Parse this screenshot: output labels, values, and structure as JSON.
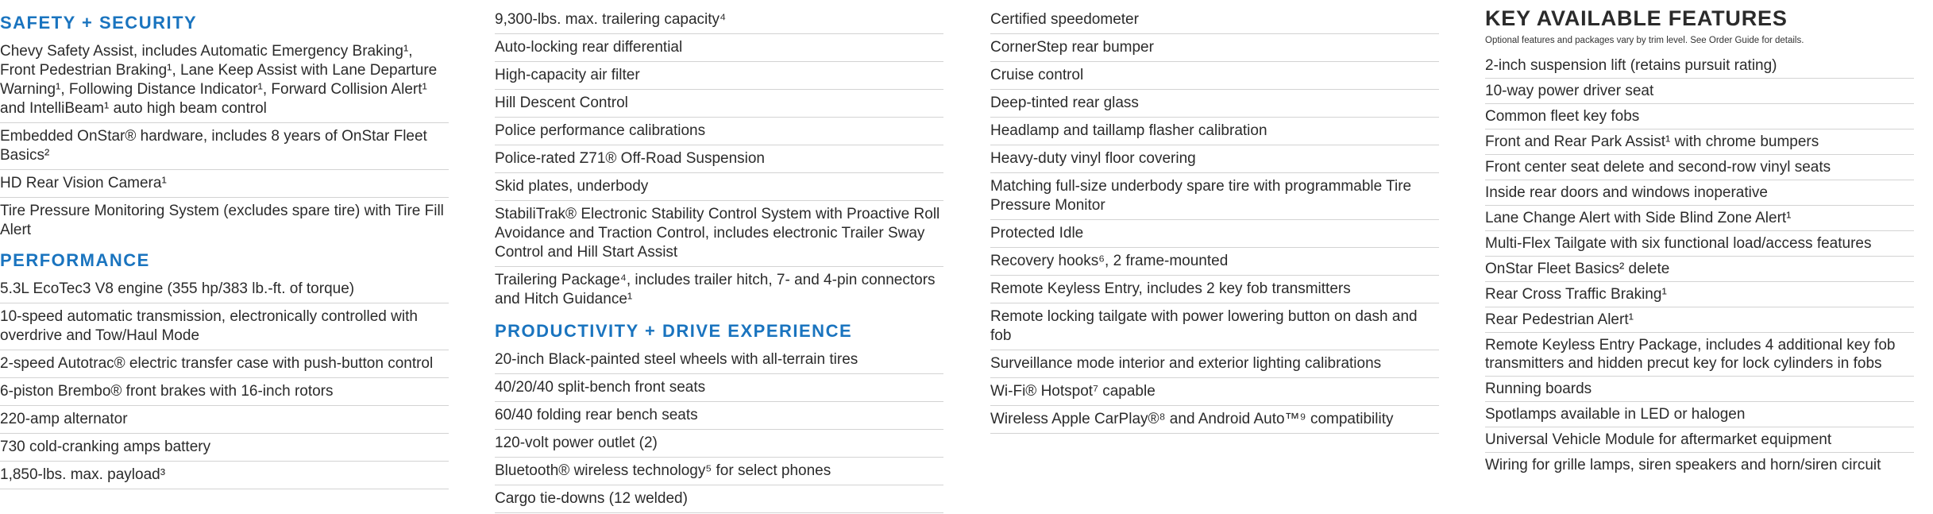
{
  "col1": {
    "safety_heading": "SAFETY + SECURITY",
    "safety_items": [
      "Chevy Safety Assist, includes Automatic Emergency Braking¹, Front Pedestrian Braking¹, Lane Keep Assist with Lane Departure Warning¹, Following Distance Indicator¹, Forward Collision Alert¹ and IntelliBeam¹ auto high beam control",
      "Embedded OnStar® hardware, includes 8 years of OnStar Fleet Basics²",
      "HD Rear Vision Camera¹",
      "Tire Pressure Monitoring System (excludes spare tire) with Tire Fill Alert"
    ],
    "performance_heading": "PERFORMANCE",
    "performance_items": [
      "5.3L EcoTec3 V8 engine (355 hp/383 lb.-ft. of torque)",
      "10-speed automatic transmission, electronically controlled with overdrive and Tow/Haul Mode",
      "2-speed Autotrac® electric transfer case with push-button control",
      "6-piston Brembo® front brakes with 16-inch rotors",
      "220-amp alternator",
      "730 cold-cranking amps battery",
      "1,850-lbs. max. payload³"
    ]
  },
  "col2": {
    "items": [
      "9,300-lbs. max. trailering capacity⁴",
      "Auto-locking rear differential",
      "High-capacity air filter",
      "Hill Descent Control",
      "Police performance calibrations",
      "Police-rated Z71® Off-Road Suspension",
      "Skid plates, underbody",
      "StabiliTrak® Electronic Stability Control System with Proactive Roll Avoidance and Traction Control, includes electronic Trailer Sway Control and Hill Start Assist",
      "Trailering Package⁴, includes trailer hitch, 7- and 4-pin connectors and Hitch Guidance¹"
    ],
    "productivity_heading": "PRODUCTIVITY + DRIVE EXPERIENCE",
    "productivity_items": [
      "20-inch Black-painted steel wheels with all-terrain tires",
      "40/20/40 split-bench front seats",
      "60/40 folding rear bench seats",
      "120-volt power outlet (2)",
      "Bluetooth® wireless technology⁵ for select phones",
      "Cargo tie-downs (12 welded)"
    ]
  },
  "col3": {
    "items": [
      "Certified speedometer",
      "CornerStep rear bumper",
      "Cruise control",
      "Deep-tinted rear glass",
      "Headlamp and taillamp flasher calibration",
      "Heavy-duty vinyl floor covering",
      "Matching full-size underbody spare tire with programmable Tire Pressure Monitor",
      "Protected Idle",
      "Recovery hooks⁶, 2 frame-mounted",
      "Remote Keyless Entry, includes 2 key fob transmitters",
      "Remote locking tailgate with power lowering button on dash and fob",
      "Surveillance mode interior and exterior lighting calibrations",
      "Wi-Fi® Hotspot⁷ capable",
      "Wireless Apple CarPlay®⁸ and Android Auto™⁹ compatibility"
    ]
  },
  "col4": {
    "heading": "KEY AVAILABLE FEATURES",
    "note": "Optional features and packages vary by trim level. See Order Guide for details.",
    "items": [
      "2-inch suspension lift (retains pursuit rating)",
      "10-way power driver seat",
      "Common fleet key fobs",
      "Front and Rear Park Assist¹ with chrome bumpers",
      "Front center seat delete and second-row vinyl seats",
      "Inside rear doors and windows inoperative",
      "Lane Change Alert with Side Blind Zone Alert¹",
      "Multi-Flex Tailgate with six functional load/access features",
      "OnStar Fleet Basics² delete",
      "Rear Cross Traffic Braking¹",
      "Rear Pedestrian Alert¹",
      "Remote Keyless Entry Package, includes 4 additional key fob transmitters and hidden precut key for lock cylinders in fobs",
      "Running boards",
      "Spotlamps available in LED or halogen",
      "Universal Vehicle Module for aftermarket equipment",
      "Wiring for grille lamps, siren speakers and horn/siren circuit"
    ]
  }
}
